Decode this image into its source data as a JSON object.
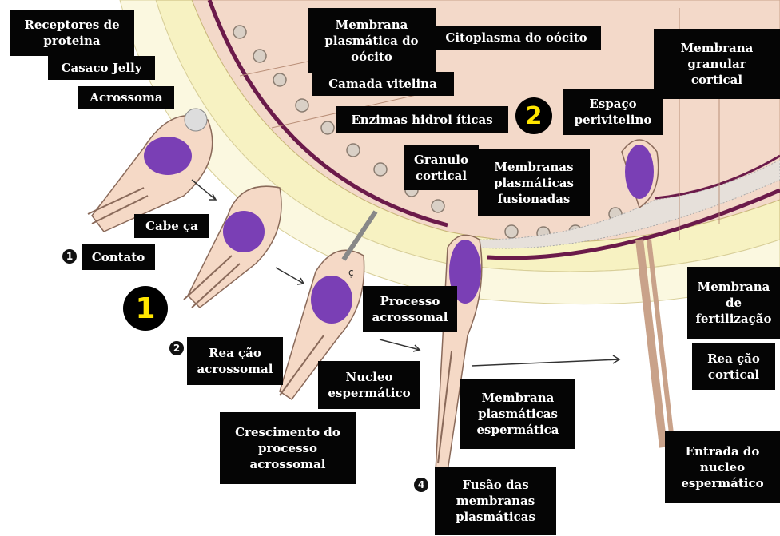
{
  "labels": {
    "receptores": "Receptores de\nproteina",
    "casaco": "Casaco Jelly",
    "acrossoma": "Acrossoma",
    "membrana_oocito": "Membrana\nplasmática do\noócito",
    "citoplasma": "Citoplasma do oócito",
    "camada_vitelina": "Camada vitelina",
    "enzimas": "Enzimas hidrol íticas",
    "espaco": "Espaço\nperivitelino",
    "membrana_granular": "Membrana\ngranular\ncortical",
    "granulo": "Granulo\ncortical",
    "membranas_fusionadas": "Membranas\nplasmáticas\nfusionadas",
    "cabeca": "Cabe ça",
    "contato": "Contato",
    "processo": "Processo\nacrossomal",
    "membrana_fertilizacao": "Membrana\nde\nfertilização",
    "reacao_acrossomal": "Rea ção\nacrossomal",
    "nucleo": "Nucleo\nespermático",
    "reacao_cortical": "Rea ção\ncortical",
    "membrana_espermatica": "Membrana\nplasmáticas\nespermática",
    "crescimento": "Crescimento do\nprocesso\nacrossomal",
    "entrada": "Entrada do\nnucleo\nespermático",
    "fusao": "Fusão das\nmembranas\nplasmáticas"
  },
  "step_markers": {
    "contato": "1",
    "reacao": "2",
    "fusao": "4"
  },
  "big_markers": {
    "stage1": "1",
    "stage2": "2"
  },
  "small_char": "ç",
  "colors": {
    "cytoplasm": "#f3d9c9",
    "vitelline": "#f7f2c2",
    "membrane": "#6b1a4a",
    "nucleus": "#7a3fb5",
    "sperm_body": "#f5d9c6",
    "label_bg": "#050505",
    "marker_yellow": "#ffe600"
  }
}
